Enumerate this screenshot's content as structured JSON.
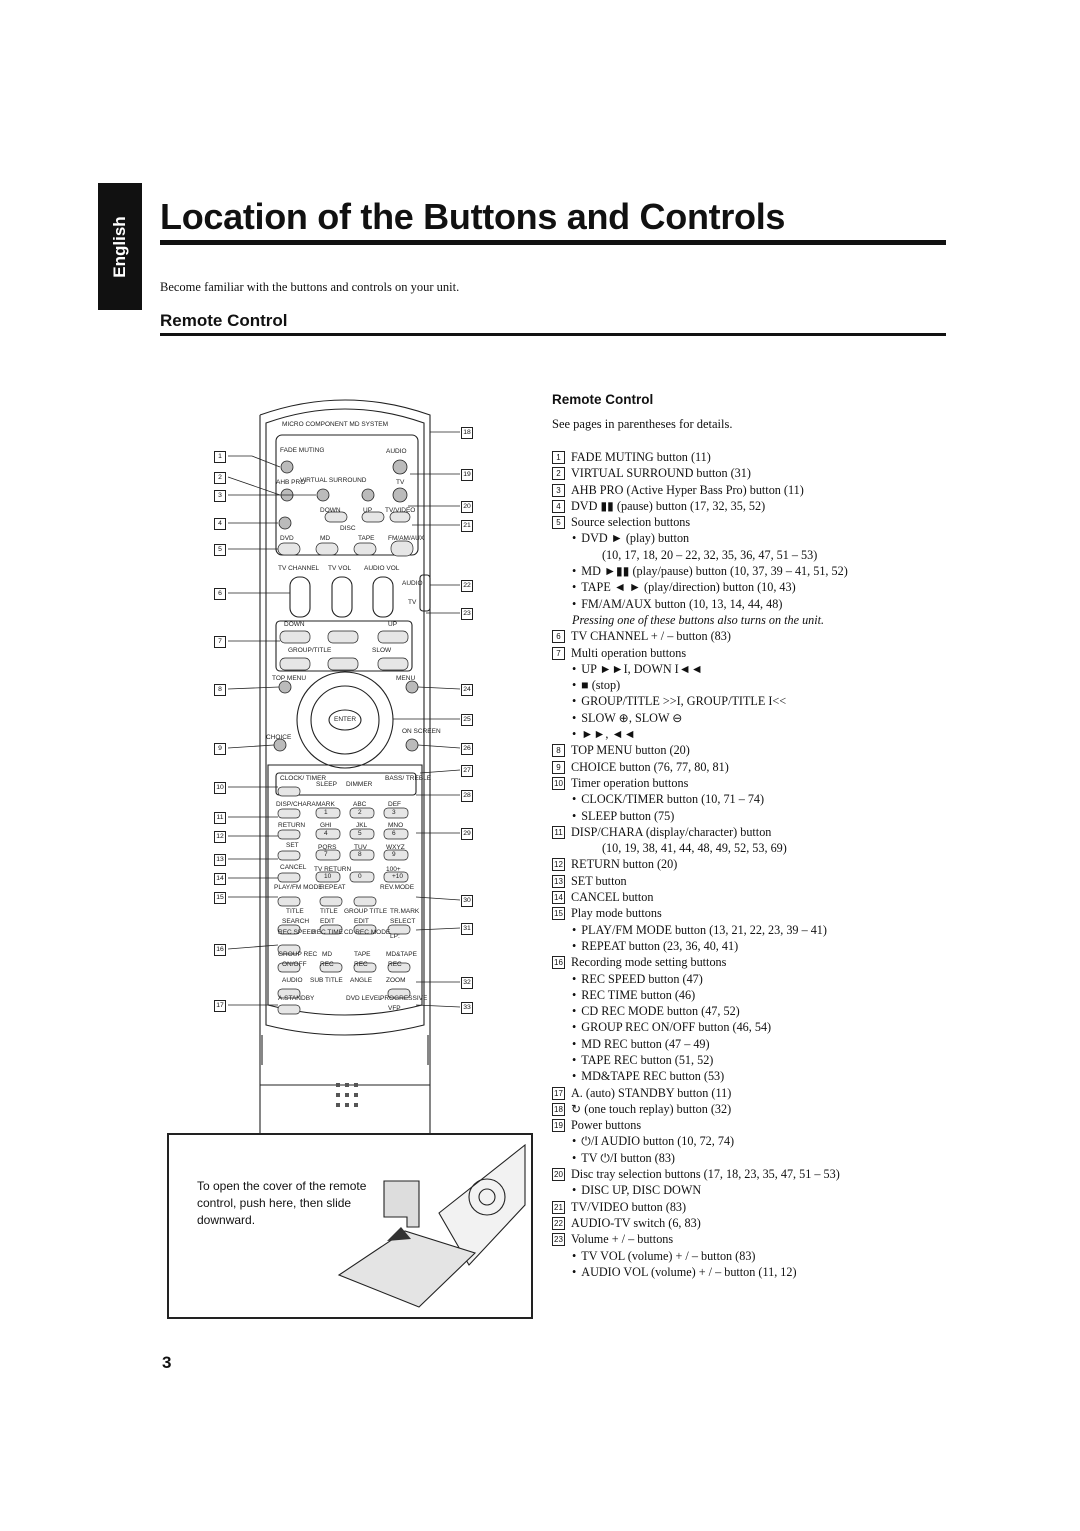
{
  "language_tab": "English",
  "title": "Location of the Buttons and Controls",
  "intro": "Become familiar with the buttons and controls on your unit.",
  "section_title": "Remote Control",
  "list_title": "Remote Control",
  "list_intro": "See pages in parentheses for details.",
  "page_number": "3",
  "inset_text": "To open the cover of the remote control, push here, then slide downward.",
  "remote_labels": {
    "brand_line": "MICRO COMPONENT MD SYSTEM",
    "fade_muting": "FADE MUTING",
    "audio_power": "AUDIO",
    "virtual_surround": "VIRTUAL SURROUND",
    "ahb_pro": "AHB PRO",
    "tv": "TV",
    "down": "DOWN",
    "up": "UP",
    "tv_video": "TV/VIDEO",
    "disc": "DISC",
    "dvd": "DVD",
    "md": "MD",
    "tape": "TAPE",
    "fm_am_aux": "FM/AM/AUX",
    "tv_channel": "TV CHANNEL",
    "tv_vol": "TV VOL",
    "audio_vol": "AUDIO VOL",
    "audio_switch": "AUDIO",
    "tv_switch": "TV",
    "multi_down": "DOWN",
    "multi_up": "UP",
    "group_title": "GROUP/TITLE",
    "slow": "SLOW",
    "top_menu": "TOP MENU",
    "menu": "MENU",
    "enter": "ENTER",
    "choice": "CHOICE",
    "on_screen": "ON SCREEN",
    "clock_timer": "CLOCK/ TIMER",
    "sleep": "SLEEP",
    "dimmer": "DIMMER",
    "bass_treble": "BASS/ TREBLE",
    "disp_chara": "DISP/CHARA",
    "mark": "MARK",
    "abc": "ABC",
    "def": "DEF",
    "return": "RETURN",
    "ghi": "GHI",
    "jkl": "JKL",
    "mno": "MNO",
    "set": "SET",
    "pqrs": "PQRS",
    "tuv": "TUV",
    "wxyz": "WXYZ",
    "cancel": "CANCEL",
    "tv_return": "TV RETURN",
    "hundred_plus": "100+",
    "play_fm_mode": "PLAY/FM MODE",
    "repeat": "REPEAT",
    "rev_mode": "REV.MODE",
    "title1": "TITLE",
    "title2": "TITLE",
    "group_title2": "GROUP TITLE",
    "tr_mark": "TR.MARK",
    "search": "SEARCH",
    "edit1": "EDIT",
    "edit2": "EDIT",
    "select": "SELECT",
    "rec_speed": "REC SPEED",
    "rec_time": "REC TIME",
    "cd_rec_mode": "CD REC MODE",
    "lp": "LP:",
    "group_rec": "GROUP REC",
    "md2": "MD",
    "tape2": "TAPE",
    "md_tape": "MD&TAPE",
    "on_off": "ON/OFF",
    "rec1": "REC",
    "rec2": "REC",
    "rec3": "REC",
    "audio2": "AUDIO",
    "sub_title": "SUB TITLE",
    "angle": "ANGLE",
    "zoom": "ZOOM",
    "a_standby": "A.STANDBY",
    "dvd_level": "DVD LEVEL",
    "progressive": "PROGRESSIVE",
    "vfp": "VFP",
    "digits": [
      "1",
      "2",
      "3",
      "4",
      "5",
      "6",
      "7",
      "8",
      "9",
      "10",
      "0",
      "+10"
    ]
  },
  "callouts_left": [
    "1",
    "2",
    "3",
    "4",
    "5",
    "6",
    "7",
    "8",
    "9",
    "10",
    "11",
    "12",
    "13",
    "14",
    "15",
    "16",
    "17"
  ],
  "callouts_right": [
    "18",
    "19",
    "20",
    "21",
    "22",
    "23",
    "24",
    "25",
    "26",
    "27",
    "28",
    "29",
    "30",
    "31",
    "32",
    "33"
  ],
  "items": [
    {
      "kind": "num",
      "n": "1",
      "text": "FADE MUTING button (11)"
    },
    {
      "kind": "num",
      "n": "2",
      "text": "VIRTUAL SURROUND button (31)"
    },
    {
      "kind": "num",
      "n": "3",
      "text": "AHB PRO (Active Hyper Bass Pro) button (11)"
    },
    {
      "kind": "num",
      "n": "4",
      "text": "DVD ▮▮ (pause) button (17, 32, 35, 52)"
    },
    {
      "kind": "num",
      "n": "5",
      "text": "Source selection buttons"
    },
    {
      "kind": "bullet",
      "text": "DVD ► (play) button"
    },
    {
      "kind": "cont",
      "text": "(10, 17, 18, 20 – 22, 32, 35, 36, 47, 51 – 53)"
    },
    {
      "kind": "bullet",
      "text": "MD ►▮▮ (play/pause) button (10, 37, 39 – 41, 51, 52)"
    },
    {
      "kind": "bullet",
      "text": "TAPE ◄ ► (play/direction) button (10, 43)"
    },
    {
      "kind": "bullet",
      "text": "FM/AM/AUX button (10, 13, 14, 44, 48)"
    },
    {
      "kind": "note",
      "text": "Pressing one of these buttons also turns on the unit."
    },
    {
      "kind": "num",
      "n": "6",
      "text": "TV CHANNEL + / – button (83)"
    },
    {
      "kind": "num",
      "n": "7",
      "text": "Multi operation buttons"
    },
    {
      "kind": "bullet",
      "text": "UP ►►I, DOWN I◄◄"
    },
    {
      "kind": "bullet",
      "text": "■ (stop)"
    },
    {
      "kind": "bullet",
      "text": "GROUP/TITLE >>I, GROUP/TITLE I<<"
    },
    {
      "kind": "bullet",
      "text": "SLOW ⊕, SLOW ⊖"
    },
    {
      "kind": "bullet",
      "text": "►►, ◄◄"
    },
    {
      "kind": "num",
      "n": "8",
      "text": "TOP MENU button (20)"
    },
    {
      "kind": "num",
      "n": "9",
      "text": "CHOICE button (76, 77, 80, 81)"
    },
    {
      "kind": "num",
      "n": "10",
      "text": "Timer operation buttons"
    },
    {
      "kind": "bullet",
      "text": "CLOCK/TIMER button (10, 71 – 74)"
    },
    {
      "kind": "bullet",
      "text": "SLEEP button (75)"
    },
    {
      "kind": "num",
      "n": "11",
      "text": "DISP/CHARA (display/character) button"
    },
    {
      "kind": "cont",
      "text": "(10, 19, 38, 41, 44, 48, 49, 52, 53, 69)"
    },
    {
      "kind": "num",
      "n": "12",
      "text": "RETURN button (20)"
    },
    {
      "kind": "num",
      "n": "13",
      "text": "SET button"
    },
    {
      "kind": "num",
      "n": "14",
      "text": "CANCEL button"
    },
    {
      "kind": "num",
      "n": "15",
      "text": "Play mode buttons"
    },
    {
      "kind": "bullet",
      "text": "PLAY/FM MODE button (13, 21, 22, 23, 39 – 41)"
    },
    {
      "kind": "bullet",
      "text": "REPEAT button (23, 36, 40, 41)"
    },
    {
      "kind": "num",
      "n": "16",
      "text": "Recording mode setting buttons"
    },
    {
      "kind": "bullet",
      "text": "REC SPEED button (47)"
    },
    {
      "kind": "bullet",
      "text": "REC TIME button (46)"
    },
    {
      "kind": "bullet",
      "text": "CD REC MODE button (47, 52)"
    },
    {
      "kind": "bullet",
      "text": "GROUP REC ON/OFF button (46, 54)"
    },
    {
      "kind": "bullet",
      "text": "MD REC button (47 – 49)"
    },
    {
      "kind": "bullet",
      "text": "TAPE REC button (51, 52)"
    },
    {
      "kind": "bullet",
      "text": "MD&TAPE REC button (53)"
    },
    {
      "kind": "num",
      "n": "17",
      "text": "A. (auto) STANDBY button (11)"
    },
    {
      "kind": "num",
      "n": "18",
      "text": "↻ (one touch replay) button (32)"
    },
    {
      "kind": "num",
      "n": "19",
      "text": "Power buttons"
    },
    {
      "kind": "bullet",
      "text": "⏻/I AUDIO button (10, 72, 74)"
    },
    {
      "kind": "bullet",
      "text": "TV ⏻/I button (83)"
    },
    {
      "kind": "num",
      "n": "20",
      "text": "Disc tray selection buttons (17, 18, 23, 35, 47, 51 – 53)"
    },
    {
      "kind": "bullet",
      "text": "DISC UP, DISC DOWN"
    },
    {
      "kind": "num",
      "n": "21",
      "text": "TV/VIDEO button (83)"
    },
    {
      "kind": "num",
      "n": "22",
      "text": "AUDIO-TV switch (6, 83)"
    },
    {
      "kind": "num",
      "n": "23",
      "text": "Volume + / – buttons"
    },
    {
      "kind": "bullet",
      "text": "TV VOL (volume) + / – button (83)"
    },
    {
      "kind": "bullet",
      "text": "AUDIO VOL (volume) + / – button (11, 12)"
    }
  ]
}
